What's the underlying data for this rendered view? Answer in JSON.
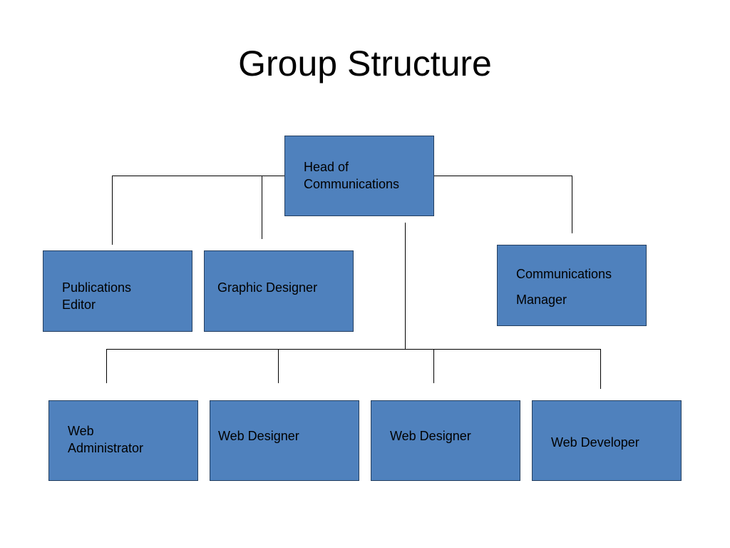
{
  "slide": {
    "title": "Group Structure"
  },
  "org_chart": {
    "box_fill": "#4f81bd",
    "box_border": "#243f60",
    "connector_color": "#000000",
    "nodes": [
      {
        "id": "head",
        "label": "Head of\nCommunications",
        "reports_to": null
      },
      {
        "id": "publications-editor",
        "label": "Publications\nEditor",
        "reports_to": "head"
      },
      {
        "id": "graphic-designer",
        "label": "Graphic Designer",
        "reports_to": "head"
      },
      {
        "id": "communications-manager",
        "label": "Communications\nManager",
        "reports_to": "head"
      },
      {
        "id": "web-administrator",
        "label": "Web\nAdministrator",
        "reports_to": "head"
      },
      {
        "id": "web-designer-1",
        "label": "Web Designer",
        "reports_to": "head"
      },
      {
        "id": "web-designer-2",
        "label": "Web Designer",
        "reports_to": "head"
      },
      {
        "id": "web-developer",
        "label": "Web Developer",
        "reports_to": "head"
      }
    ]
  }
}
